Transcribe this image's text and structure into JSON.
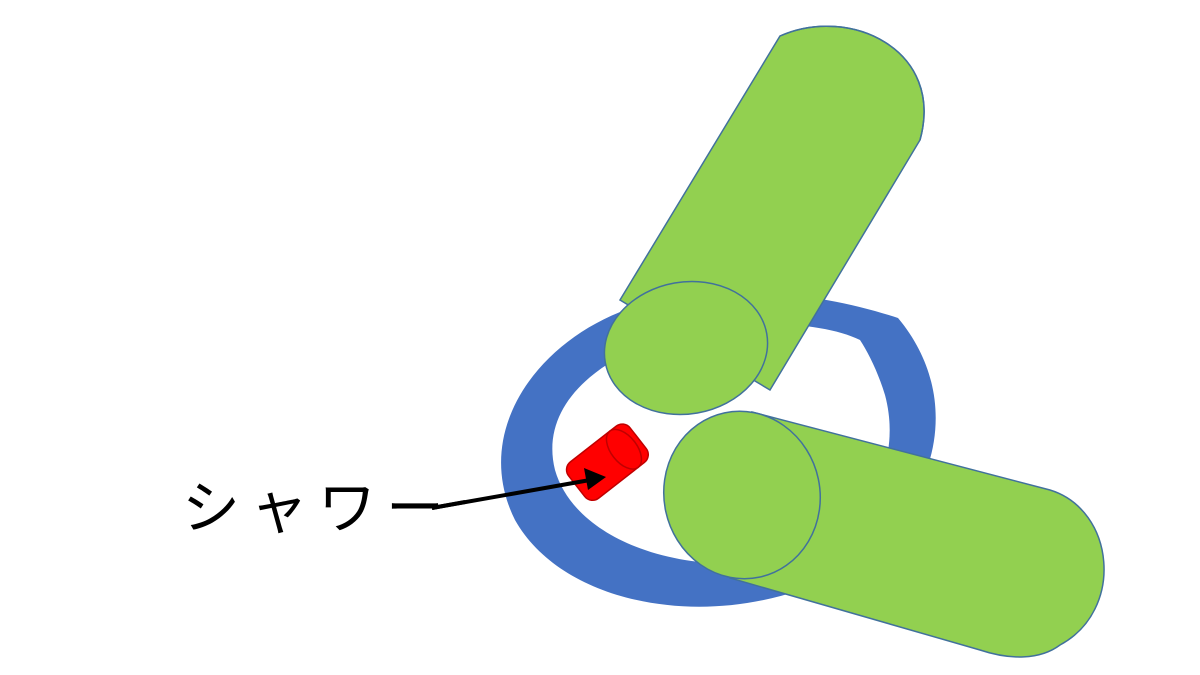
{
  "diagram": {
    "label": "シャワー",
    "colors": {
      "tub_ring": "#4472c4",
      "pipes": "#92d050",
      "pipe_outline": "#41719c",
      "shower_head": "#ff0000",
      "shower_outline": "#c00000",
      "arrow": "#000000"
    },
    "parts": [
      "bathtub-ring",
      "upper-pipe",
      "lower-pipe",
      "shower-head",
      "pointer-arrow"
    ]
  }
}
